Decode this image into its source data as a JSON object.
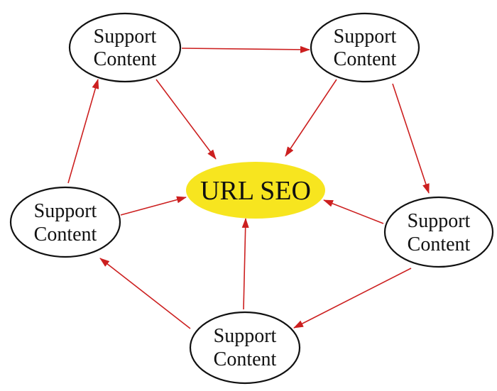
{
  "diagram": {
    "center": {
      "id": "center",
      "label": "URL SEO",
      "fill_color": "#f7e51f"
    },
    "nodes": [
      {
        "id": "top-left",
        "lines": [
          "Support",
          "Content"
        ]
      },
      {
        "id": "top-right",
        "lines": [
          "Support",
          "Content"
        ]
      },
      {
        "id": "mid-left",
        "lines": [
          "Support",
          "Content"
        ]
      },
      {
        "id": "mid-right",
        "lines": [
          "Support",
          "Content"
        ]
      },
      {
        "id": "bottom",
        "lines": [
          "Support",
          "Content"
        ]
      }
    ],
    "edges": [
      {
        "from": "top-left",
        "to": "top-right"
      },
      {
        "from": "top-right",
        "to": "mid-right"
      },
      {
        "from": "mid-right",
        "to": "bottom"
      },
      {
        "from": "bottom",
        "to": "mid-left"
      },
      {
        "from": "mid-left",
        "to": "top-left"
      },
      {
        "from": "top-left",
        "to": "center"
      },
      {
        "from": "top-right",
        "to": "center"
      },
      {
        "from": "mid-left",
        "to": "center"
      },
      {
        "from": "mid-right",
        "to": "center"
      },
      {
        "from": "bottom",
        "to": "center"
      }
    ],
    "arrow_color": "#cc1f1f"
  }
}
